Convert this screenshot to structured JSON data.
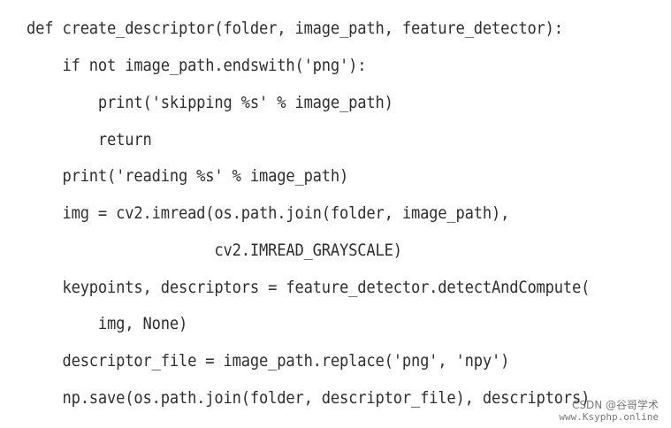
{
  "code": {
    "lines": [
      "def create_descriptor(folder, image_path, feature_detector):",
      "    if not image_path.endswith('png'):",
      "        print('skipping %s' % image_path)",
      "        return",
      "    print('reading %s' % image_path)",
      "    img = cv2.imread(os.path.join(folder, image_path),",
      "                     cv2.IMREAD_GRAYSCALE)",
      "    keypoints, descriptors = feature_detector.detectAndCompute(",
      "        img, None)",
      "    descriptor_file = image_path.replace('png', 'npy')",
      "    np.save(os.path.join(folder, descriptor_file), descriptors)"
    ]
  },
  "watermark": {
    "line1": "CSDN @谷哥学术",
    "line2": "www.Ksyphp.online"
  }
}
